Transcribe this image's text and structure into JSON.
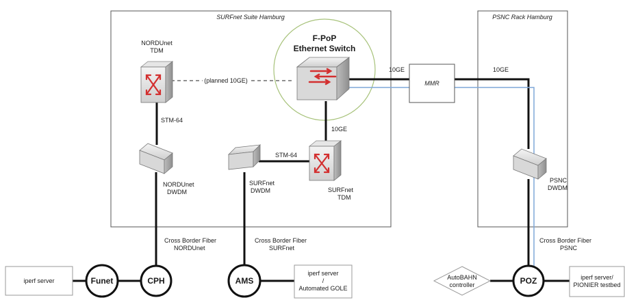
{
  "areas": {
    "surfnet_suite": "SURFnet Suite Hamburg",
    "psnc_rack": "PSNC Rack Hamburg"
  },
  "devices": {
    "nordunet_tdm": [
      "NORDUnet",
      "TDM"
    ],
    "fpop_switch": [
      "F-PoP",
      "Ethernet Switch"
    ],
    "nordunet_dwdm": [
      "NORDUnet",
      "DWDM"
    ],
    "surfnet_dwdm": [
      "SURFnet",
      "DWDM"
    ],
    "surfnet_tdm": [
      "SURFnet",
      "TDM"
    ],
    "mmr": "MMR",
    "psnc_dwdm": [
      "PSNC",
      "DWDM"
    ]
  },
  "links": {
    "planned": "(planned 10GE)",
    "stm64_left": "STM-64",
    "stm64_mid": "STM-64",
    "ge_switch_tdm": "10GE",
    "ge_switch_mmr": "10GE",
    "ge_mmr_psnc": "10GE",
    "cbf_nordunet": [
      "Cross Border Fiber",
      "NORDUnet"
    ],
    "cbf_surfnet": [
      "Cross Border Fiber",
      "SURFnet"
    ],
    "cbf_psnc": [
      "Cross Border Fiber",
      "PSNC"
    ]
  },
  "nodes": {
    "funet": "Funet",
    "cph": "CPH",
    "ams": "AMS",
    "poz": "POZ"
  },
  "endpoints": {
    "iperf_left": "iperf server",
    "iperf_ams": [
      "iperf server",
      "/",
      "Automated GOLE"
    ],
    "autobahn": [
      "AutoBAHN",
      "controller"
    ],
    "iperf_poz": [
      "iperf server/",
      "PIONIER testbed"
    ]
  },
  "colors": {
    "line": "#111111",
    "blue_fiber": "#7fa7d9",
    "highlight_circle": "#a7c27a",
    "router_arrow": "#d32f2f",
    "box_border": "#555555"
  }
}
